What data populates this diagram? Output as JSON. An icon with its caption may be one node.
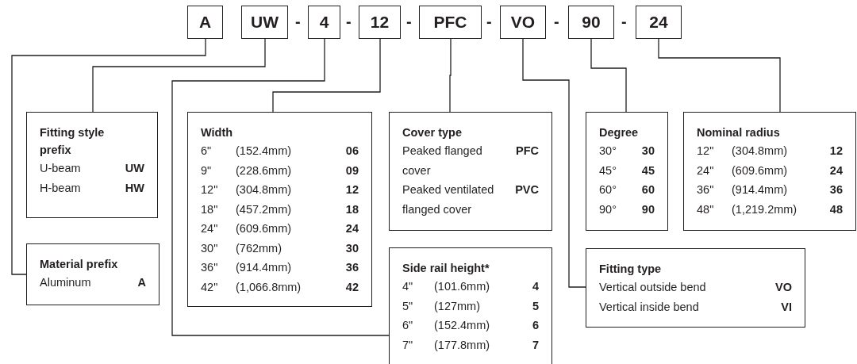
{
  "diagram": {
    "nodes": [
      {
        "text": [
          "A"
        ]
      },
      {
        "text": [
          "UW"
        ]
      },
      {
        "text": [
          "4"
        ]
      },
      {
        "text": [
          "12"
        ]
      },
      {
        "text": [
          "PFC"
        ]
      },
      {
        "text": [
          "VO"
        ]
      },
      {
        "text": [
          "90"
        ]
      },
      {
        "text": [
          "24"
        ]
      },
      {
        "text": [
          "Fitting style prefix",
          "U-beam",
          "UW",
          "H-beam",
          "HW"
        ]
      },
      {
        "text": [
          "Width",
          "6\"",
          "(152.4mm)",
          "06",
          "9\"",
          "(228.6mm)",
          "09",
          "12\"",
          "(304.8mm)",
          "12",
          "18\"",
          "(457.2mm)",
          "18",
          "24\"",
          "(609.6mm)",
          "24",
          "30\"",
          "(762mm)",
          "30",
          "36\"",
          "(914.4mm)",
          "36",
          "42\"",
          "(1,066.8mm)",
          "42"
        ]
      },
      {
        "text": [
          "Cover type",
          "Peaked flanged cover",
          "PFC",
          "Peaked ventilated flanged cover",
          "PVC"
        ]
      },
      {
        "text": [
          "Degree",
          "30°",
          "30",
          "45°",
          "45",
          "60°",
          "60",
          "90°",
          "90"
        ]
      },
      {
        "text": [
          "Nominal radius",
          "12\"",
          "(304.8mm)",
          "12",
          "24\"",
          "(609.6mm)",
          "24",
          "36\"",
          "(914.4mm)",
          "36",
          "48\"",
          "(1,219.2mm)",
          "48"
        ]
      },
      {
        "text": [
          "Material prefix",
          "Aluminum",
          "A"
        ]
      },
      {
        "text": [
          "Side rail height*",
          "4\"",
          "(101.6mm)",
          "4",
          "5\"",
          "(127mm)",
          "5",
          "6\"",
          "(152.4mm)",
          "6",
          "7\"",
          "(177.8mm)",
          "7"
        ]
      },
      {
        "text": [
          "Fitting type",
          "Vertical outside bend",
          "VO",
          "Vertical inside bend",
          "VI"
        ]
      }
    ],
    "edges": [
      {
        "from": 0,
        "to": 13,
        "arrow": "none"
      },
      {
        "from": 1,
        "to": 8,
        "arrow": "none"
      },
      {
        "from": 2,
        "to": 14,
        "arrow": "none"
      },
      {
        "from": 3,
        "to": 9,
        "arrow": "none"
      },
      {
        "from": 4,
        "to": 10,
        "arrow": "none"
      },
      {
        "from": 5,
        "to": 15,
        "arrow": "none"
      },
      {
        "from": 6,
        "to": 11,
        "arrow": "none"
      },
      {
        "from": 7,
        "to": 12,
        "arrow": "none"
      }
    ],
    "labels": [
      "-",
      "-",
      "-",
      "-",
      "-",
      "-"
    ]
  }
}
